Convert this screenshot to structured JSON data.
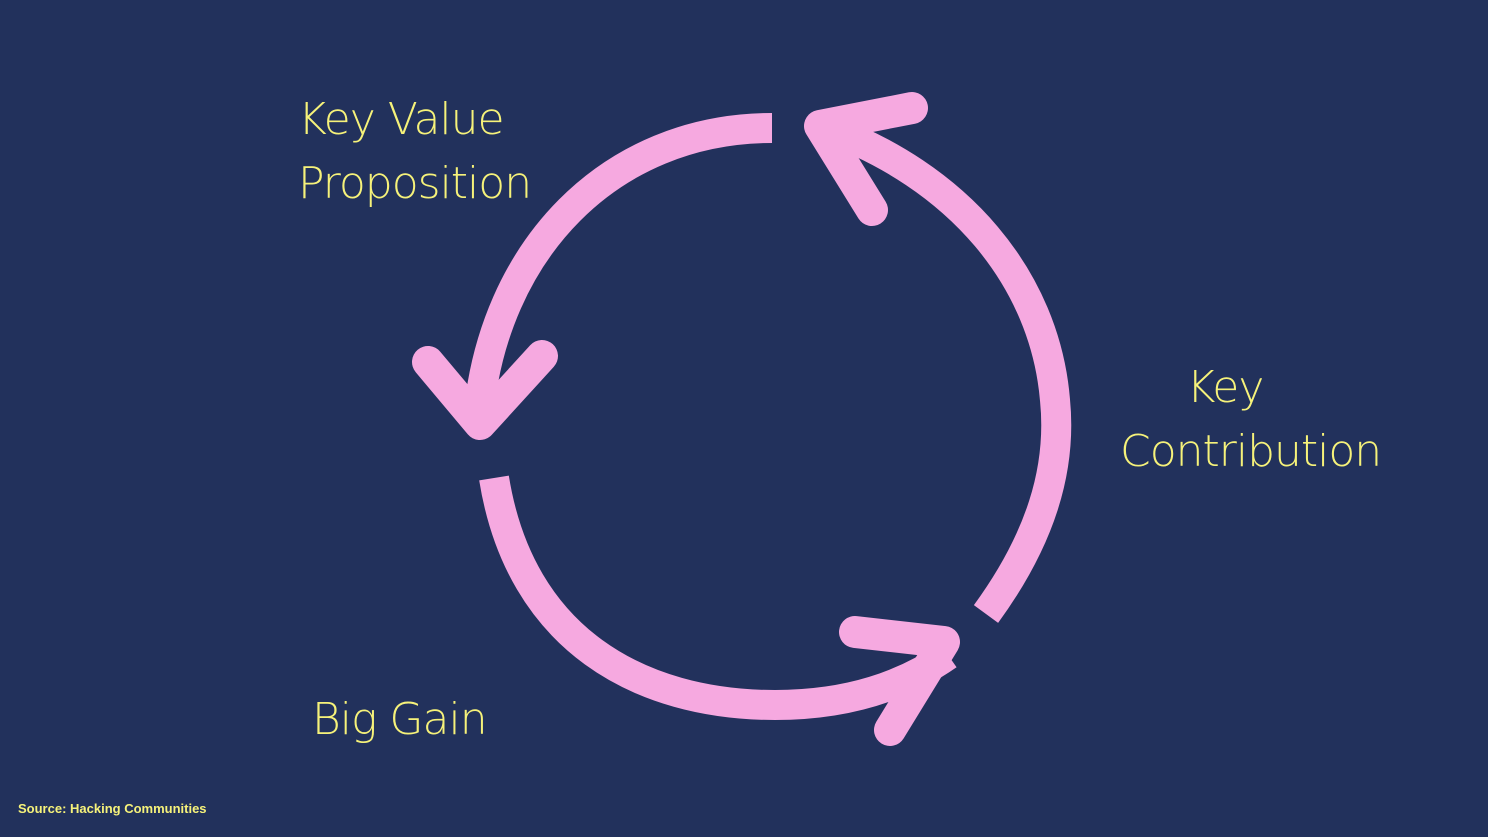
{
  "colors": {
    "background": "#22315c",
    "arrows": "#f6a9e0",
    "text": "#f6f27a"
  },
  "labels": {
    "key_value_proposition": [
      "Key Value",
      "Proposition"
    ],
    "key_contribution": [
      "Key",
      "Contribution"
    ],
    "big_gain": "Big Gain"
  },
  "source": "Source: Hacking Communities"
}
